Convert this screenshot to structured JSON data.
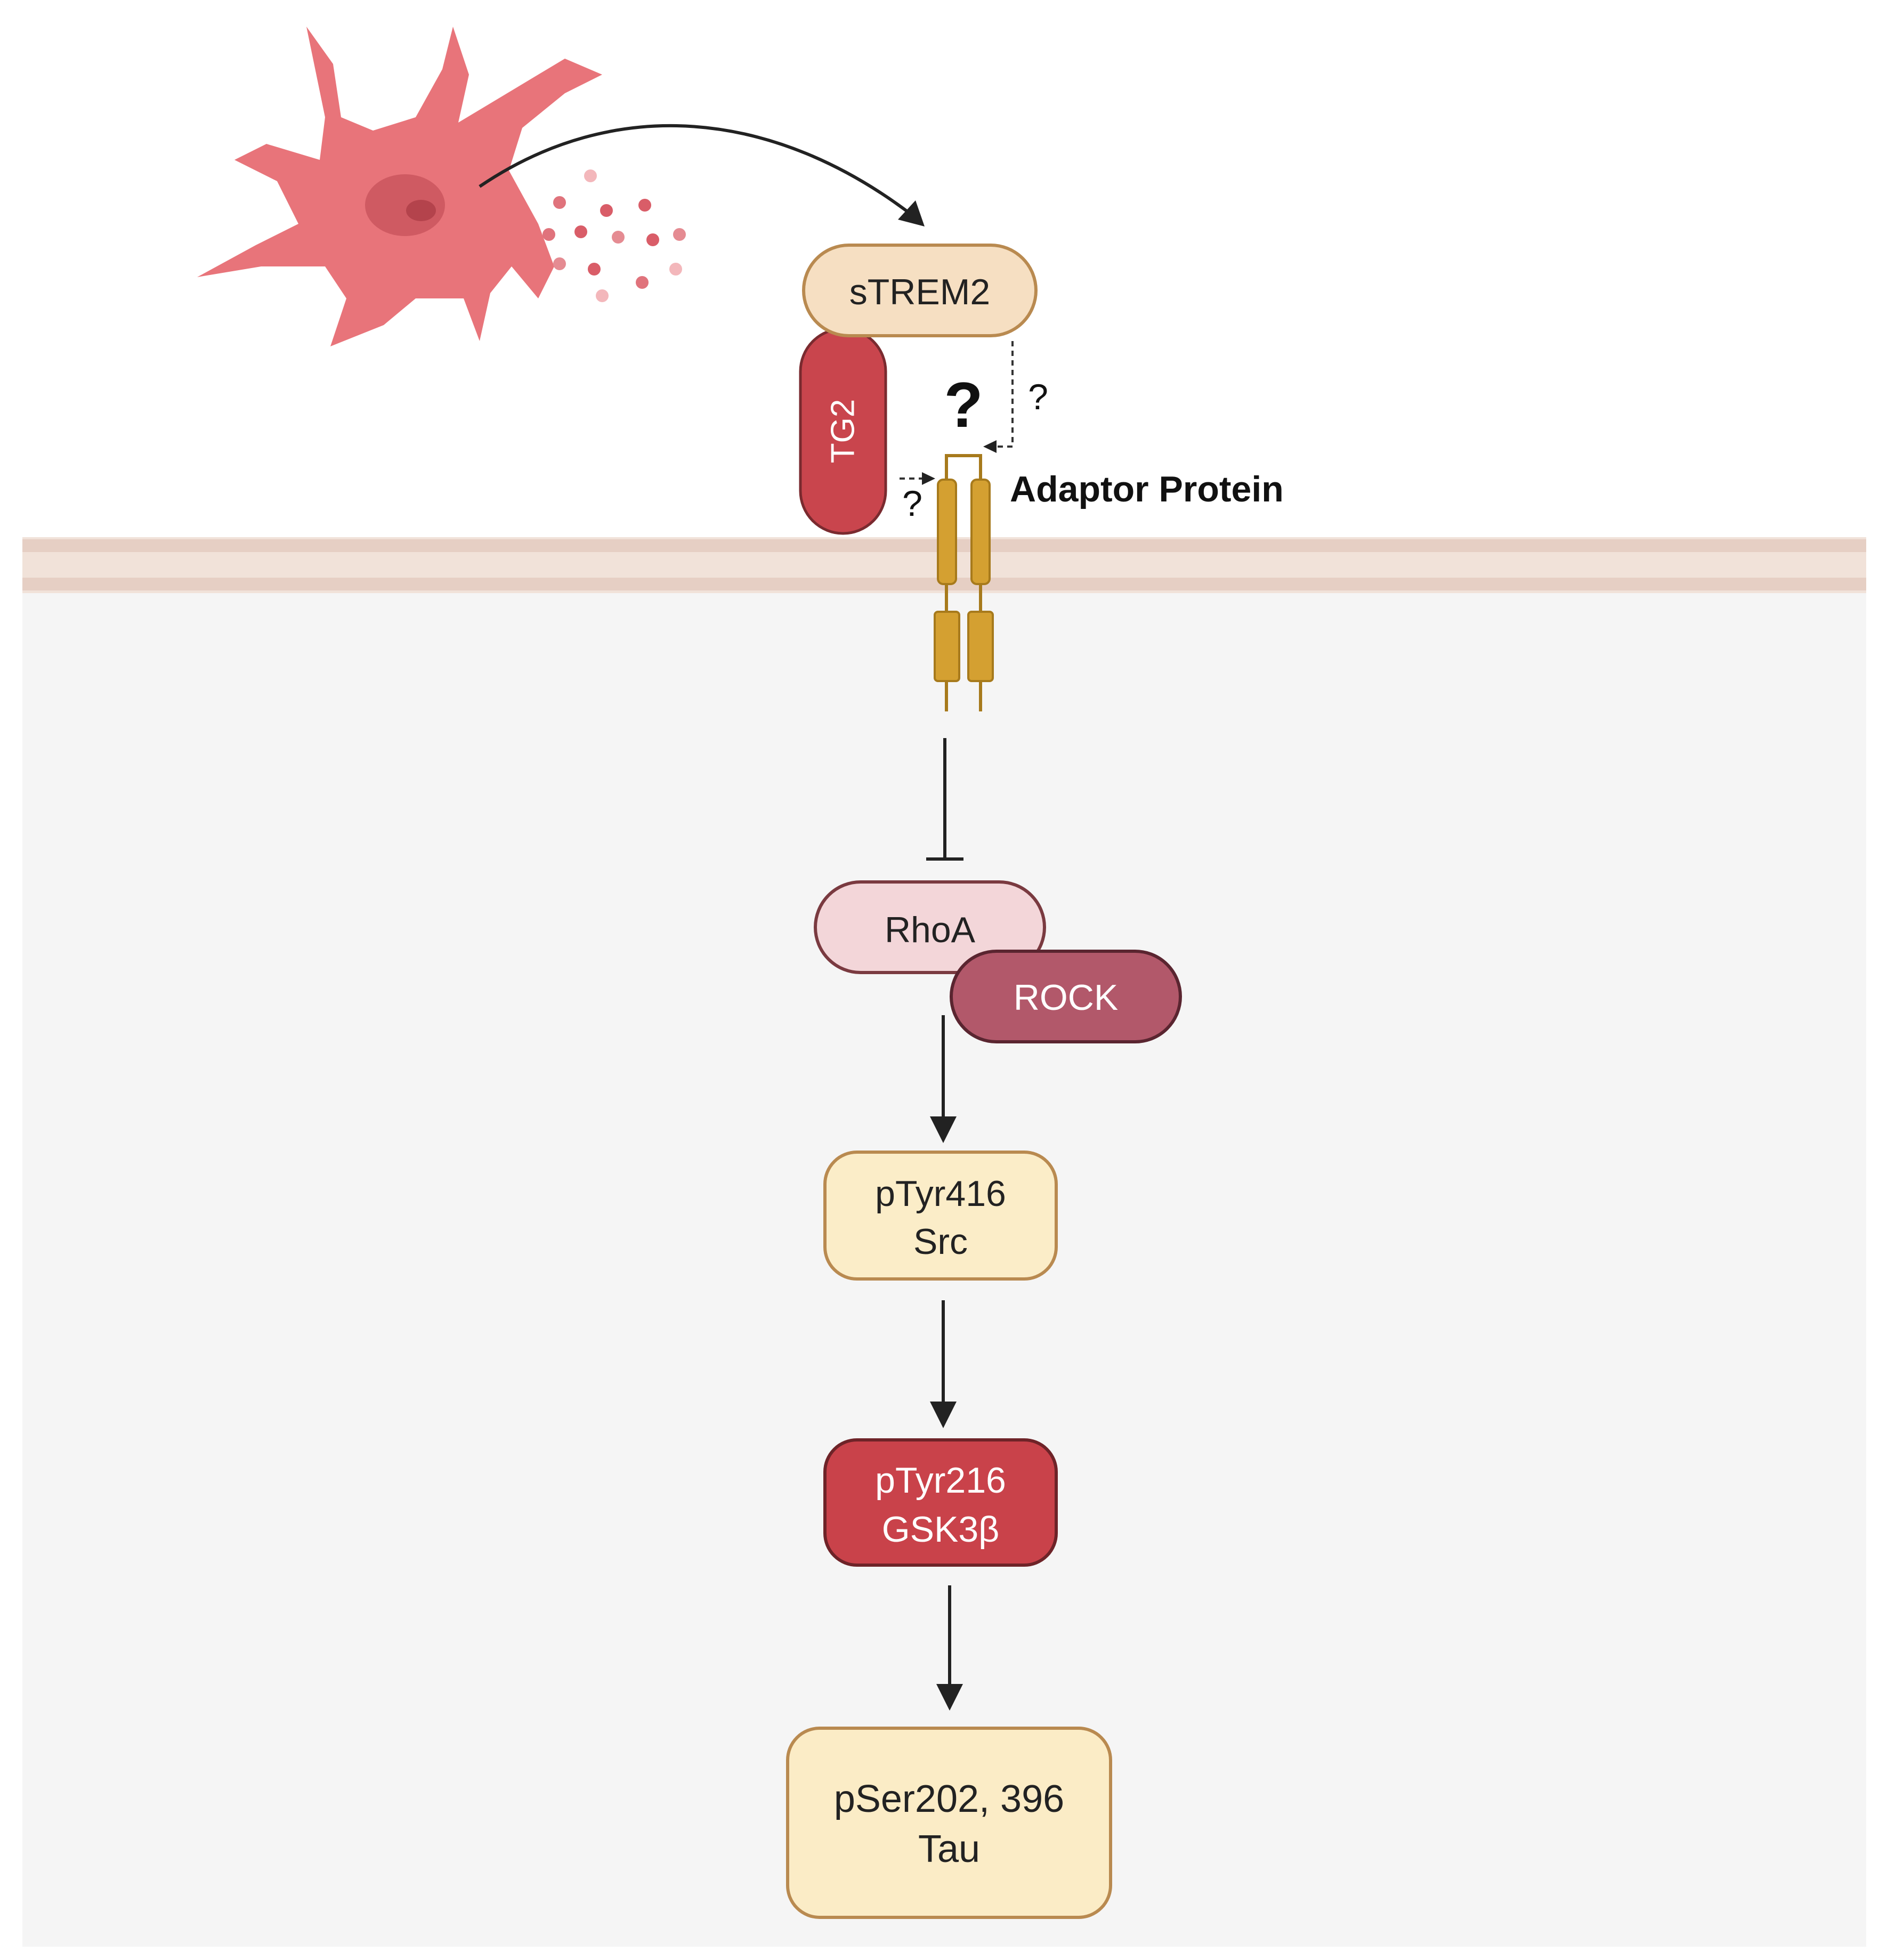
{
  "nodes": {
    "strem2": "sTREM2",
    "tg2": "TG2",
    "adaptor": "Adaptor Protein",
    "rhoa": "RhoA",
    "rock": "ROCK",
    "src": [
      "pTyr416",
      "Src"
    ],
    "gsk3b": [
      "pTyr216",
      "GSK3β"
    ],
    "tau": [
      "pSer202, 396",
      "Tau"
    ]
  },
  "question_marks": {
    "big": "?",
    "right": "?",
    "left": "?"
  },
  "colors": {
    "cell": "#e8747a",
    "cell_nucleus": "#c9545c",
    "strem2_fill": "#f6dfc2",
    "strem2_stroke": "#b98a50",
    "tg2_fill": "#c9454d",
    "rhoa_fill": "#f3d6d9",
    "rock_fill": "#b2586a",
    "src_fill": "#fbedc8",
    "gsk3b_fill": "#c9424a",
    "tau_fill": "#fbecc6",
    "receptor": "#d4a031",
    "membrane": "#edd9cf",
    "cytoplasm": "#f5f5f5"
  }
}
